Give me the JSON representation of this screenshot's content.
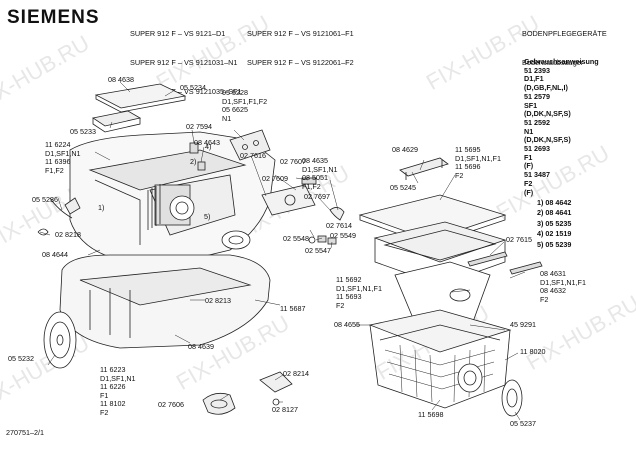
{
  "brand": "SIEMENS",
  "models": {
    "col1": [
      "SUPER 912 F – VS 9121–D1",
      "SUPER 912 F – VS 9121031–N1",
      "SUPER 912 F – VS 9121035–SF1"
    ],
    "col2": [
      "SUPER 912 F – VS 9121061–F1",
      "SUPER 912 F – VS 9122061–F2"
    ]
  },
  "category": [
    "BODENPFLEGEGERÄTE",
    "Bodenstaubsauger"
  ],
  "manual": {
    "title": "Gebrauchsanweisung",
    "lines": [
      "51 2393",
      "D1,F1",
      "(D,GB,F,NL,I)",
      "51 2579",
      "SF1",
      "(D,DK,N,SF,S)",
      "51 2592",
      "N1",
      "(D,DK,N,SF,S)",
      "51 2693",
      "F1",
      "(F)",
      "51 3487",
      "F2",
      "(F)"
    ]
  },
  "legend": [
    "1) 08 4642",
    "2) 08 4641",
    "3) 05 5235",
    "4) 02 1519",
    "5) 05 5239"
  ],
  "labels": {
    "p084638": "08 4638",
    "p055234": "05 5234",
    "p055233": "05 5233",
    "p027594": "02 7594",
    "p084643": "08 4643",
    "p055228": [
      "05 5228",
      "D1,SF1,F1,F2",
      "05 6625",
      "N1"
    ],
    "p116224": [
      "11 6224",
      "D1,SF1,N1",
      "11 6396",
      "F1,F2"
    ],
    "p027616": "02 7616",
    "p027607": "02 7607",
    "p084635": [
      "08 4635",
      "D1,SF1,N1",
      "08 5051",
      "F1,F2"
    ],
    "p027609": "02 7609",
    "p027697": "02 7697",
    "p084629": "08 4629",
    "p115695": [
      "11 5695",
      "D1,SF1,N1,F1",
      "11 5696",
      "F2"
    ],
    "p055245": "05 5245",
    "p055236": "05 5236",
    "p028218": "02 8218",
    "p027614": "02 7614",
    "p025548": "02 5548",
    "p025549": "02 5549",
    "p025547": "02 5547",
    "p027615": "02 7615",
    "p084644": "08 4644",
    "p084631": [
      "08 4631",
      "D1,SF1,N1,F1",
      "08 4632",
      "F2"
    ],
    "p115692": [
      "11 5692",
      "D1,SF1,N1,F1",
      "11 5693",
      "F2"
    ],
    "p028213": "02 8213",
    "p115687": "11 5687",
    "p084655": "08 4655",
    "p459291": "45 9291",
    "p084639": "08 4639",
    "p055232": "05 5232",
    "p118020": "11 8020",
    "p116223": [
      "11 6223",
      "D1,SF1,N1",
      "11 6226",
      "F1",
      "11 8102",
      "F2"
    ],
    "p028214": "02 8214",
    "p027606": "02 7606",
    "p028127": "02 8127",
    "p115698": "11 5698",
    "p055237": "05 5237",
    "c1": "1)",
    "c2": "2)",
    "c4": "4)",
    "c5": "5)"
  },
  "footer_code": "270751–2/1",
  "watermark": "FIX-HUB.RU"
}
